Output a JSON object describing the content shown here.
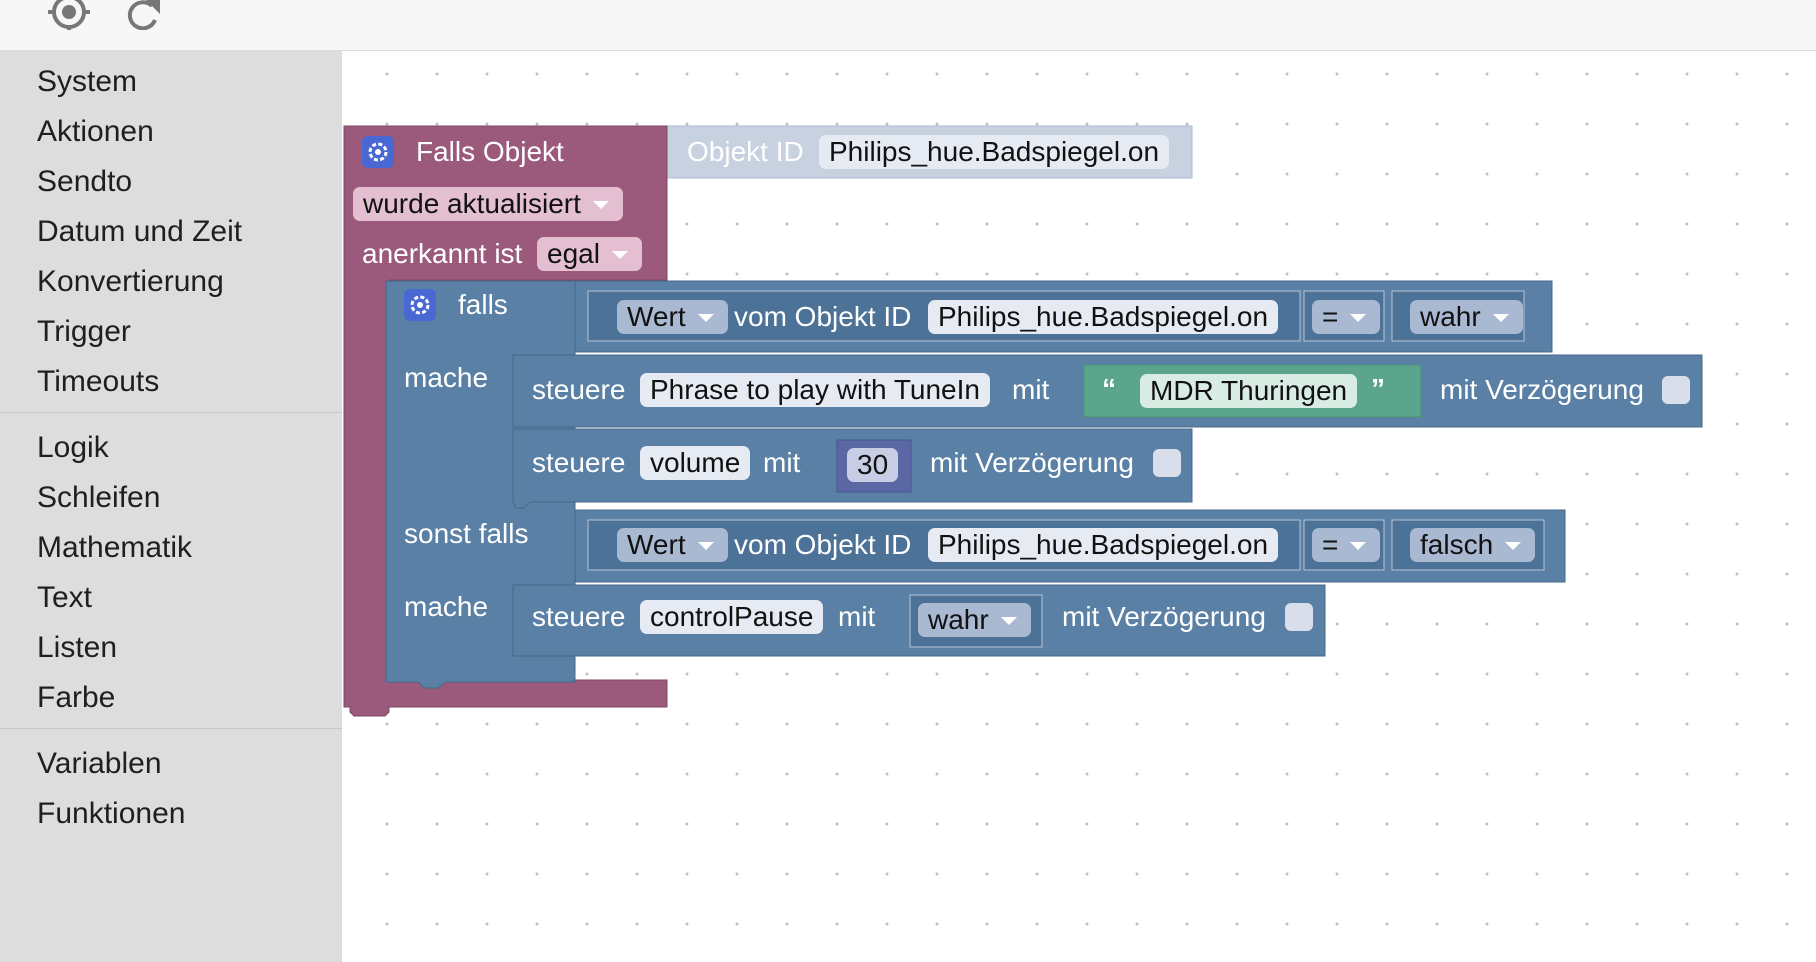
{
  "toolbar": {
    "icons": [
      "target-icon",
      "refresh-icon"
    ]
  },
  "sidebar": {
    "group1": [
      "System",
      "Aktionen",
      "Sendto",
      "Datum und Zeit",
      "Konvertierung",
      "Trigger",
      "Timeouts"
    ],
    "group2": [
      "Logik",
      "Schleifen",
      "Mathematik",
      "Text",
      "Listen",
      "Farbe"
    ],
    "group3": [
      "Variablen",
      "Funktionen"
    ]
  },
  "trigger": {
    "title": "Falls Objekt",
    "event": "wurde aktualisiert",
    "ack_label": "anerkannt ist",
    "ack_value": "egal",
    "objid_label": "Objekt ID",
    "objid_value": "Philips_hue.Badspiegel.on"
  },
  "if_block": {
    "if_label": "falls",
    "do_label": "mache",
    "elseif_label": "sonst falls",
    "do2_label": "mache"
  },
  "cond1": {
    "wert": "Wert",
    "of_label": "vom Objekt ID",
    "obj": "Philips_hue.Badspiegel.on",
    "op": "=",
    "value": "wahr"
  },
  "cond2": {
    "wert": "Wert",
    "of_label": "vom Objekt ID",
    "obj": "Philips_hue.Badspiegel.on",
    "op": "=",
    "value": "falsch"
  },
  "stmt1": {
    "steuere": "steuere",
    "target": "Phrase to play with TuneIn",
    "mit": "mit",
    "quote_open": "“",
    "text": "MDR Thuringen",
    "quote_close": "”",
    "delay": "mit Verzögerung"
  },
  "stmt2": {
    "steuere": "steuere",
    "target": "volume",
    "mit": "mit",
    "number": "30",
    "delay": "mit Verzögerung"
  },
  "stmt3": {
    "steuere": "steuere",
    "target": "controlPause",
    "mit": "mit",
    "value": "wahr",
    "delay": "mit Verzögerung"
  },
  "colors": {
    "trigger_block": "#9b5a7c",
    "objid_block": "#c7d1df",
    "logic_block": "#5b80a5",
    "text_block": "#5ba58c",
    "math_block": "#5b67a5",
    "gear": "#4a68d4"
  }
}
